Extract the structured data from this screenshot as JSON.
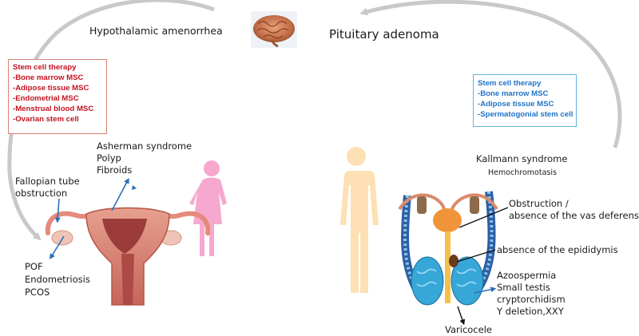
{
  "headings": {
    "hypothalamic": "Hypothalamic amenorrhea",
    "pituitary": "Pituitary adenoma"
  },
  "female_therapy": {
    "title": "Stem cell therapy",
    "items": [
      "-Bone marrow MSC",
      "-Adipose tissue MSC",
      "-Endometrial MSC",
      "-Menstrual blood MSC",
      "-Ovarian stem cell"
    ]
  },
  "male_therapy": {
    "title": "Stem cell therapy",
    "items": [
      "-Bone marrow MSC",
      "-Adipose tissue MSC",
      "-Spermatogonial stem cell"
    ]
  },
  "female_labels": {
    "asherman": [
      "Asherman syndrome",
      "Polyp",
      "Fibroids"
    ],
    "fallopian": [
      "Fallopian tube",
      "obstruction"
    ],
    "ovarian": [
      "POF",
      "Endometriosis",
      "PCOS"
    ]
  },
  "male_labels": {
    "kallmann": "Kallmann syndrome",
    "hemochromatosis": "Hemochromotasis",
    "vas_deferens": [
      "Obstruction /",
      "absence of the vas deferens"
    ],
    "epididymis": "absence of the epididymis",
    "testis": [
      "Azoospermia",
      "Small testis",
      "cryptorchidism",
      "Y deletion,XXY"
    ],
    "varicocele": "Varicocele"
  },
  "colors": {
    "female_box_border": "#d9826f",
    "female_box_text": "#c4121f",
    "male_box_border": "#5fb3dd",
    "male_box_text": "#2173c7",
    "female_silhouette": "#f7a8cf",
    "male_silhouette": "#fde0b3",
    "cycle_arrow": "#c9c9c9",
    "pointer_arrow": "#2b6fb5"
  }
}
